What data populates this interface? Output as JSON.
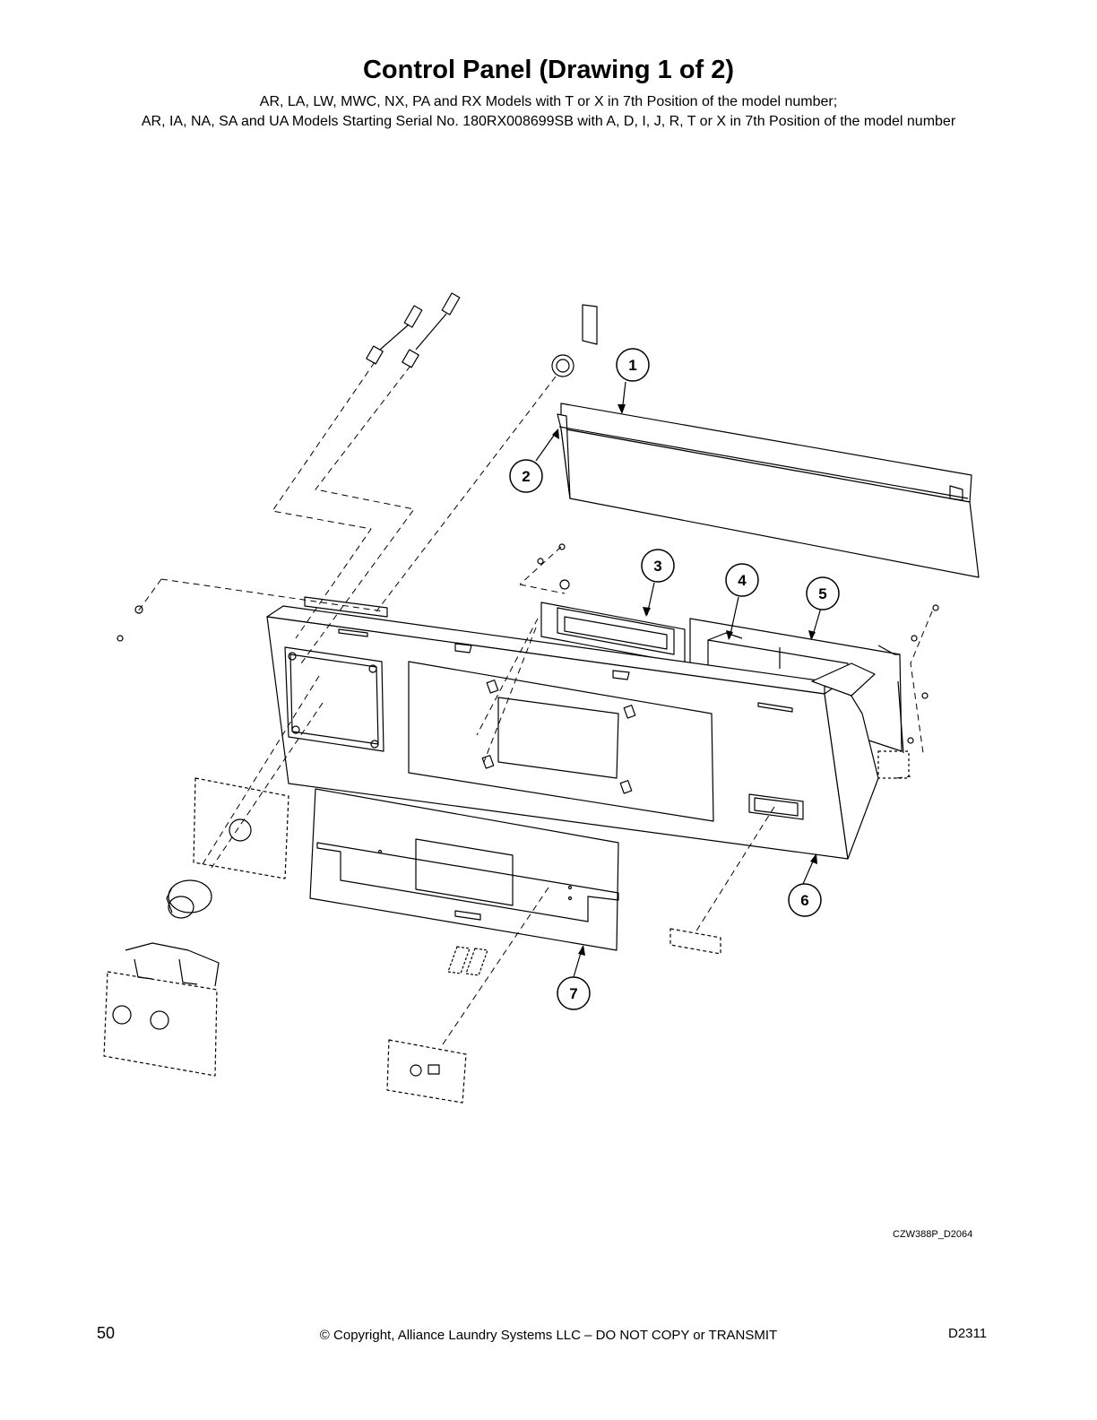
{
  "header": {
    "title": "Control Panel (Drawing 1 of 2)",
    "subtitle_line1": "AR, LA, LW, MWC, NX, PA and RX Models with T or X in 7th Position of the model number;",
    "subtitle_line2": "AR, IA, NA, SA and UA Models Starting Serial No. 180RX008699SB  with A, D, I, J, R, T or X in 7th Position of the model number"
  },
  "callouts": [
    {
      "label": "1"
    },
    {
      "label": "2"
    },
    {
      "label": "3"
    },
    {
      "label": "4"
    },
    {
      "label": "5"
    },
    {
      "label": "6"
    },
    {
      "label": "7"
    }
  ],
  "drawing_id": "CZW388P_D2064",
  "footer": {
    "page_number": "50",
    "copyright": "© Copyright, Alliance Laundry Systems LLC – DO NOT COPY or TRANSMIT",
    "doc_id": "D2311"
  }
}
